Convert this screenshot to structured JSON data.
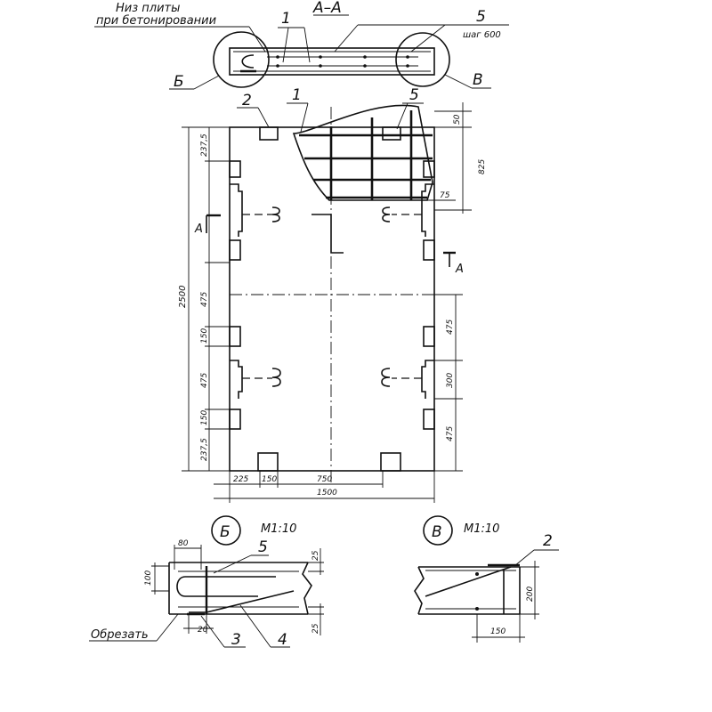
{
  "section": {
    "title": "А–А",
    "note_line1": "Низ плиты",
    "note_line2": "при бетонировании",
    "ref1": "1",
    "ref5": "5",
    "step": "шаг 600",
    "callout_b": "Б",
    "callout_v": "В"
  },
  "plan": {
    "ref2": "2",
    "ref1": "1",
    "ref5": "5",
    "cut_left": "А",
    "cut_right": "А",
    "dims": {
      "top_offset": "237,5",
      "right_50": "50",
      "right_825": "825",
      "right_75": "75",
      "overall_height": "2500",
      "left_475_a": "475",
      "left_150_a": "150",
      "left_475_b": "475",
      "left_150_b": "150",
      "left_2375": "237,5",
      "right_475_a": "475",
      "right_300": "300",
      "right_475_b": "475",
      "bottom_225": "225",
      "bottom_150": "150",
      "bottom_750": "750",
      "overall_width": "1500"
    }
  },
  "detail_b": {
    "label": "Б",
    "scale": "М1:10",
    "dim_80": "80",
    "dim_100": "100",
    "dim_25_top": "25",
    "dim_25_bottom": "25",
    "dim_20": "20",
    "ref5": "5",
    "ref3": "3",
    "ref4": "4",
    "cut_note": "Обрезать"
  },
  "detail_v": {
    "label": "В",
    "scale": "М1:10",
    "ref2": "2",
    "dim_200": "200",
    "dim_150": "150"
  }
}
